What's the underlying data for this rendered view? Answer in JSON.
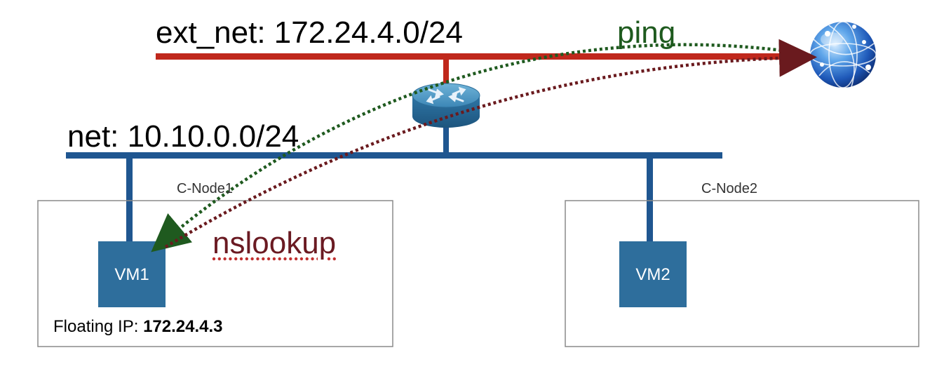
{
  "ext_net": {
    "label": "ext_net: 172.24.4.0/24"
  },
  "net": {
    "label": "net: 10.10.0.0/24"
  },
  "nodes": [
    {
      "label": "C-Node1",
      "vm": "VM1"
    },
    {
      "label": "C-Node2",
      "vm": "VM2"
    }
  ],
  "floating_ip": {
    "prefix": "Floating IP: ",
    "value": "172.24.4.3"
  },
  "flows": {
    "ping": "ping",
    "nslookup": "nslookup"
  },
  "icons": {
    "router": "router-icon",
    "internet": "globe-icon"
  },
  "colors": {
    "ext_net": "#c0281c",
    "net": "#1f5690",
    "vm": "#2e6e9c",
    "ping_arrow": "#1f5a1f",
    "nslookup_arrow": "#6a1a1e",
    "node_box": "#8a8a8a"
  }
}
